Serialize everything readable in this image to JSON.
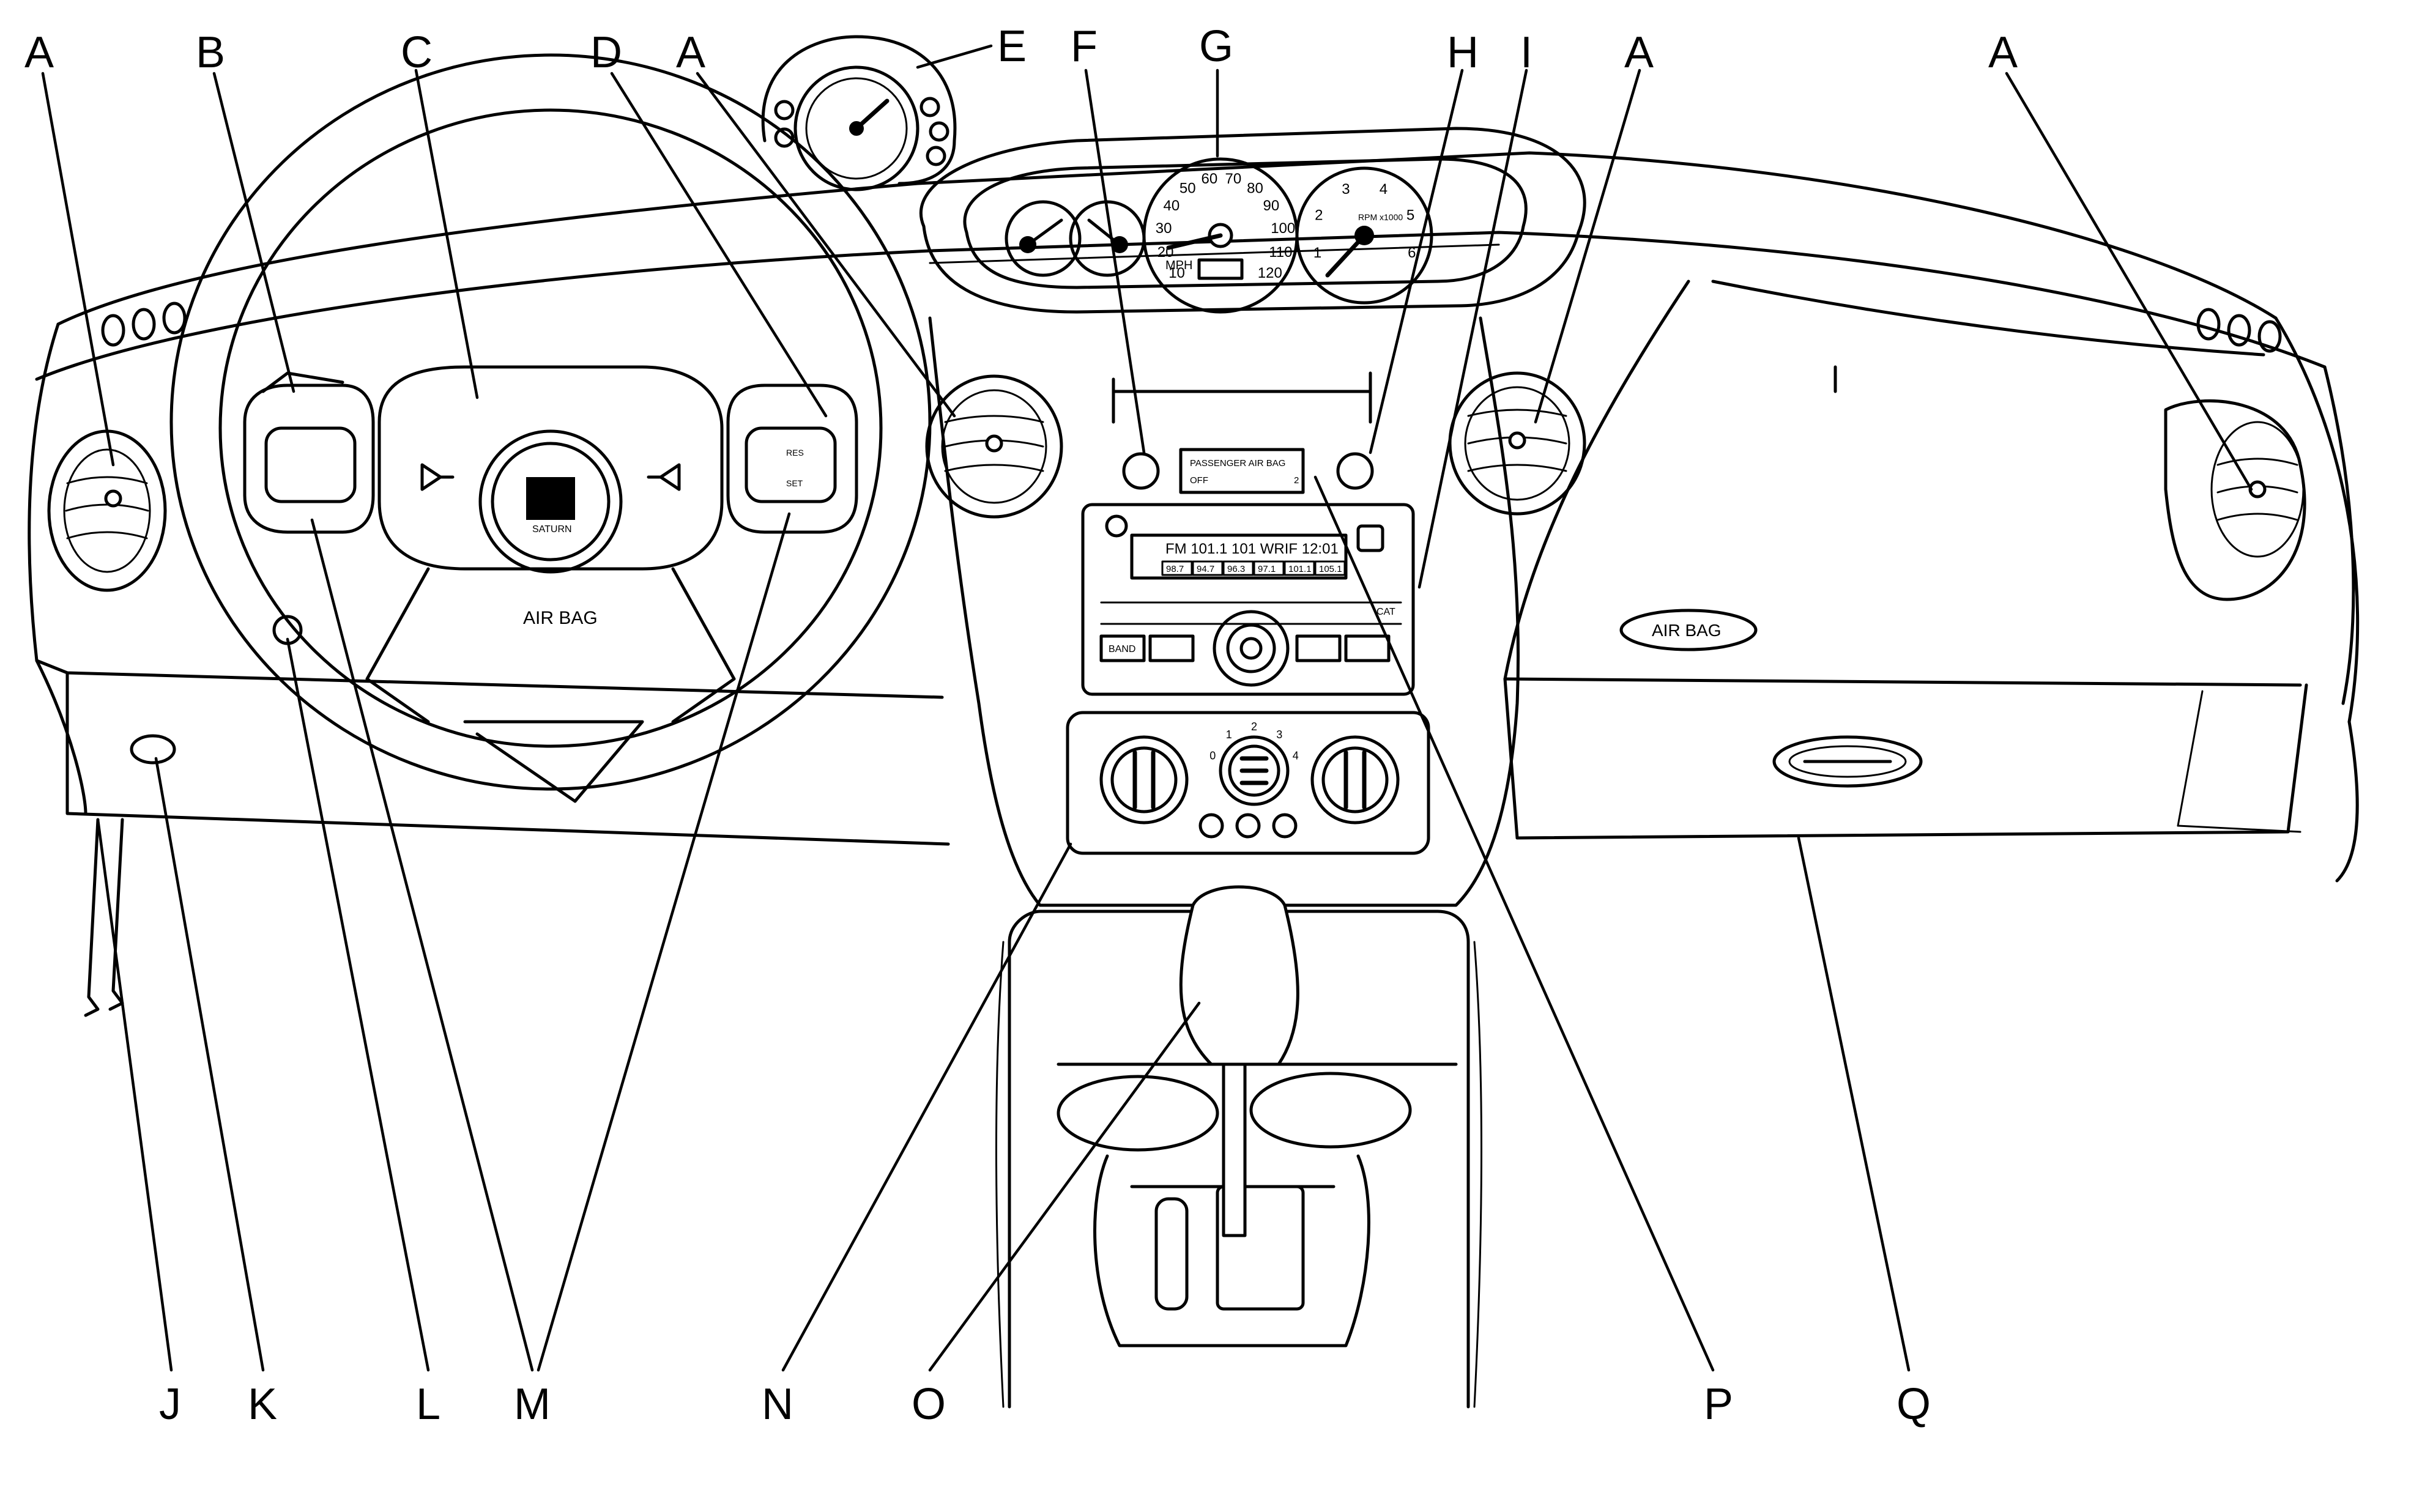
{
  "callouts": {
    "a1": "A",
    "b": "B",
    "c": "C",
    "d": "D",
    "a2": "A",
    "e": "E",
    "f": "F",
    "g": "G",
    "h": "H",
    "i": "I",
    "a3": "A",
    "a4": "A",
    "j": "J",
    "k": "K",
    "l": "L",
    "m": "M",
    "n": "N",
    "o": "O",
    "p": "P",
    "q": "Q"
  },
  "steering_wheel": {
    "hub_text": "AIR BAG",
    "logo_text": "SATURN",
    "cruise_res": "RES",
    "cruise_set": "SET"
  },
  "passenger_airbag_indicator": {
    "title": "PASSENGER AIR BAG",
    "status": "OFF",
    "number": "2"
  },
  "dash_airbag_label": "AIR BAG",
  "radio": {
    "display": "FM 101.1  101 WRIF  12:01",
    "presets": [
      "98.7",
      "94.7",
      "96.3",
      "97.1",
      "101.1",
      "105.1"
    ],
    "band_label": "BAND",
    "cat_label": "CAT"
  },
  "cluster": {
    "speedo_numbers": [
      "10",
      "20",
      "30",
      "40",
      "50",
      "60",
      "70",
      "80",
      "90",
      "100",
      "110",
      "120"
    ],
    "mph_label": "MPH",
    "tach_numbers": [
      "1",
      "2",
      "3",
      "4",
      "5",
      "6"
    ],
    "rpm_label": "RPM x1000"
  },
  "climate": {
    "fan_numbers": [
      "0",
      "1",
      "2",
      "3",
      "4"
    ]
  }
}
